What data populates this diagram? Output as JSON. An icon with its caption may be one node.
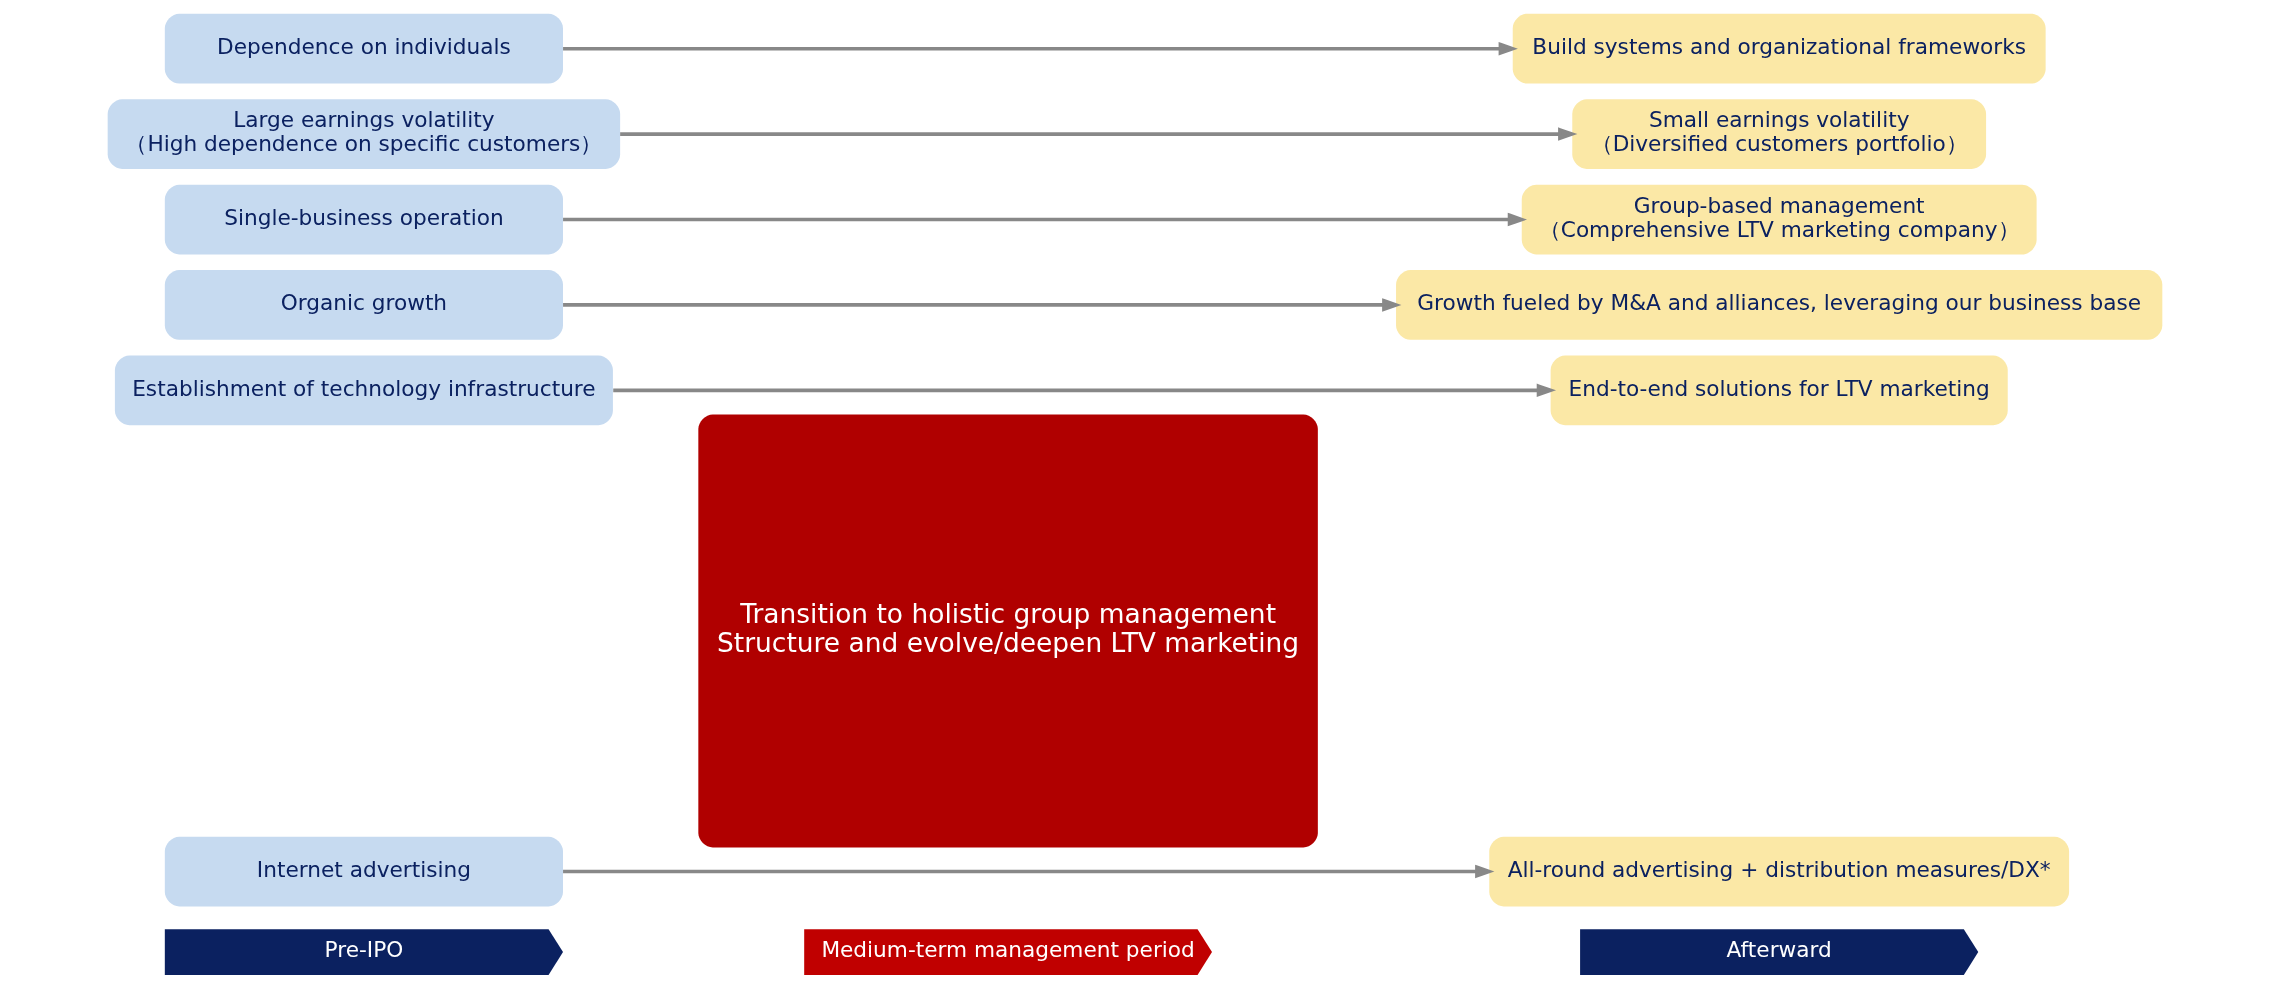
{
  "diagram": {
    "nodes": [
      {
        "text": [
          "Pre-IPO"
        ]
      },
      {
        "text": [
          "Medium-term management period"
        ]
      },
      {
        "text": [
          "Afterward"
        ]
      },
      {
        "text": [
          "Transition to holistic group management",
          "Structure and evolve/deepen LTV marketing"
        ]
      },
      {
        "text": [
          "Internet advertising"
        ]
      },
      {
        "text": [
          "All-round advertising + distribution measures/DX*"
        ]
      },
      {
        "text": [
          "Establishment of technology infrastructure"
        ]
      },
      {
        "text": [
          "End-to-end solutions for LTV marketing"
        ]
      },
      {
        "text": [
          "Organic growth"
        ]
      },
      {
        "text": [
          "Growth fueled by M&A and alliances, leveraging our business base"
        ]
      },
      {
        "text": [
          "Single-business operation"
        ]
      },
      {
        "text": [
          "Group-based management",
          "（Comprehensive LTV marketing company）"
        ]
      },
      {
        "text": [
          "Large earnings volatility",
          "（High dependence on specific customers）"
        ]
      },
      {
        "text": [
          "Small earnings volatility",
          "（Diversified customers portfolio）"
        ]
      },
      {
        "text": [
          "Dependence on individuals"
        ]
      },
      {
        "text": [
          "Build systems and organizational frameworks"
        ]
      }
    ],
    "edges": [
      {
        "from": 4,
        "to": 5,
        "arrow": "to"
      },
      {
        "from": 6,
        "to": 7,
        "arrow": "to"
      },
      {
        "from": 8,
        "to": 9,
        "arrow": "to"
      },
      {
        "from": 10,
        "to": 11,
        "arrow": "to"
      },
      {
        "from": 12,
        "to": 13,
        "arrow": "to"
      },
      {
        "from": 14,
        "to": 15,
        "arrow": "to"
      }
    ]
  }
}
